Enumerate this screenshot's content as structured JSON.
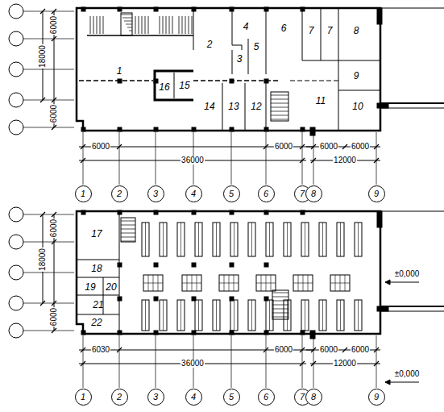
{
  "diagram": {
    "nodes": [
      {
        "text": [
          "1"
        ]
      },
      {
        "text": [
          "2"
        ]
      },
      {
        "text": [
          "3"
        ]
      },
      {
        "text": [
          "4"
        ]
      },
      {
        "text": [
          "5"
        ]
      },
      {
        "text": [
          "6"
        ]
      },
      {
        "text": [
          "7"
        ]
      },
      {
        "text": [
          "8"
        ]
      },
      {
        "text": [
          "9"
        ]
      },
      {
        "text": [
          "1"
        ]
      },
      {
        "text": [
          "2"
        ]
      },
      {
        "text": [
          "3"
        ]
      },
      {
        "text": [
          "4"
        ]
      },
      {
        "text": [
          "5"
        ]
      },
      {
        "text": [
          "6"
        ]
      },
      {
        "text": [
          "7"
        ]
      },
      {
        "text": [
          "8"
        ]
      },
      {
        "text": [
          "9"
        ]
      }
    ],
    "labels": [
      "1",
      "2",
      "3",
      "4",
      "5",
      "6",
      "7",
      "7",
      "8",
      "9",
      "10",
      "11",
      "12",
      "13",
      "14",
      "15",
      "16",
      "6000",
      "18000",
      "6000",
      "6000",
      "36000",
      "6000",
      "6000",
      "6000",
      "12000",
      "17",
      "18",
      "19",
      "20",
      "21",
      "22",
      "6000",
      "18000",
      "6000",
      "6030",
      "36000",
      "6000",
      "6000",
      "6000",
      "12000",
      "±0,000",
      "±0,000"
    ]
  }
}
